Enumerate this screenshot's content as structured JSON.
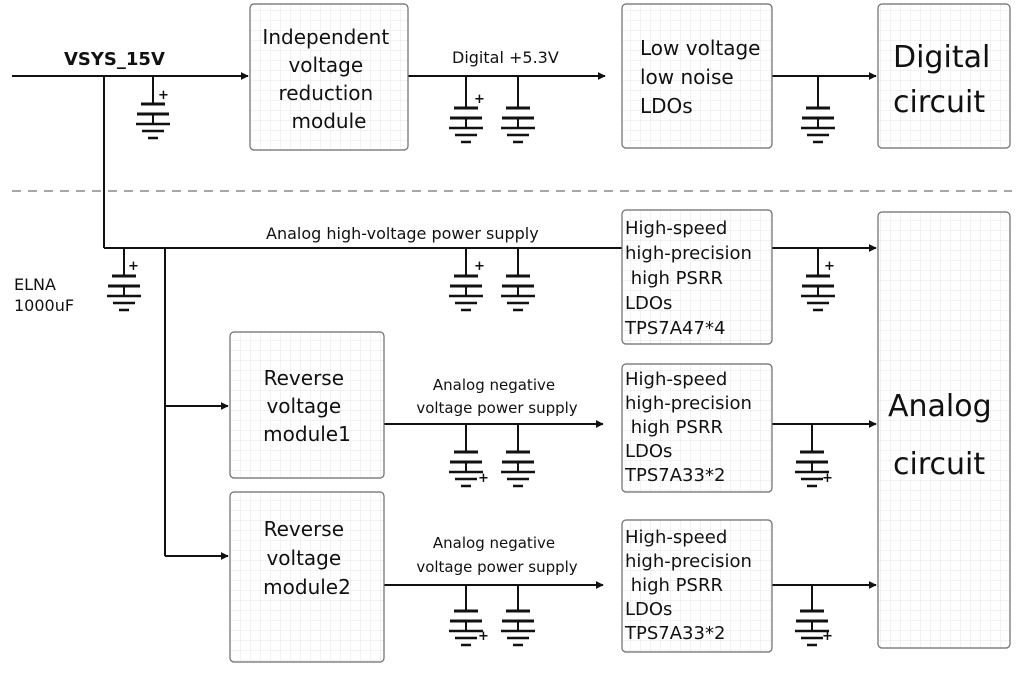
{
  "colors": {
    "line": "#111111",
    "block_border": "#6b6b6b",
    "grid": "#e6e6e6",
    "divider": "#8a8a8a"
  },
  "labels": {
    "vsys": "VSYS_15V",
    "digital_rail": "Digital +5.3V",
    "analog_hv": "Analog high-voltage power supply",
    "elna_1": "ELNA",
    "elna_2": "1000uF",
    "neg1_l1": "Analog negative",
    "neg1_l2": "voltage power supply",
    "neg2_l1": "Analog negative",
    "neg2_l2": "voltage power supply",
    "plus": "+"
  },
  "blocks": {
    "ivr": [
      "Independent",
      "voltage",
      "reduction",
      "module"
    ],
    "lvldo": [
      "Low voltage",
      "low noise",
      "LDOs"
    ],
    "digital": [
      "Digital",
      "circuit"
    ],
    "hs1": [
      "High-speed",
      "high-precision",
      " high PSRR",
      "LDOs",
      "TPS7A47*4"
    ],
    "rev1": [
      "Reverse",
      "voltage",
      "module1"
    ],
    "hs2": [
      "High-speed",
      "high-precision",
      " high PSRR",
      "LDOs",
      "TPS7A33*2"
    ],
    "rev2": [
      "Reverse",
      "voltage",
      "module2"
    ],
    "hs3": [
      "High-speed",
      "high-precision",
      " high PSRR",
      "LDOs",
      "TPS7A33*2"
    ],
    "analog": [
      "Analog",
      "circuit"
    ]
  }
}
